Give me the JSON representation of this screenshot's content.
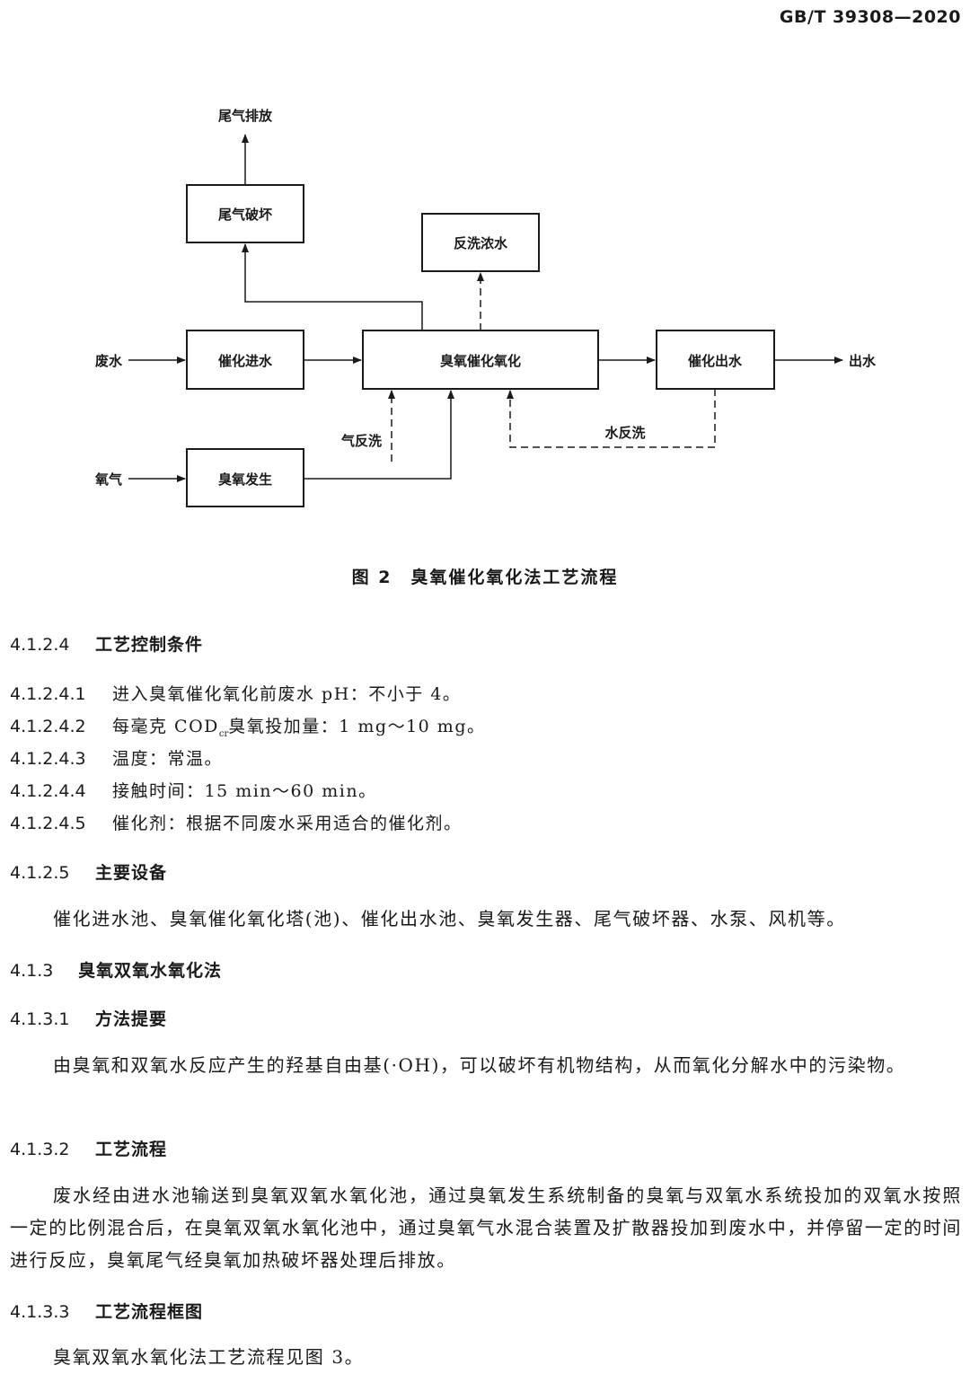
{
  "header": {
    "standard_code": "GB/T 39308—2020"
  },
  "figure": {
    "nodes": {
      "tail_gas_discharge": "尾气排放",
      "tail_gas_destruction": "尾气破坏",
      "backwash_concentrate": "反洗浓水",
      "wastewater": "废水",
      "catalytic_inlet": "催化进水",
      "ozone_catalytic_oxidation": "臭氧催化氧化",
      "catalytic_outlet": "催化出水",
      "outlet_water": "出水",
      "gas_backwash": "气反洗",
      "water_backwash": "水反洗",
      "oxygen": "氧气",
      "ozone_generation": "臭氧发生"
    },
    "caption": "图 2　臭氧催化氧化法工艺流程"
  },
  "sections": {
    "s41224": {
      "num": "4.1.2.4",
      "title": "工艺控制条件"
    },
    "items": [
      {
        "num": "4.1.2.4.1",
        "text": "进入臭氧催化氧化前废水 pH：不小于 4。"
      },
      {
        "num": "4.1.2.4.2",
        "text_before": "每毫克 COD",
        "sub": "cr",
        "text_after": "臭氧投加量：1 mg～10 mg。"
      },
      {
        "num": "4.1.2.4.3",
        "text": "温度：常温。"
      },
      {
        "num": "4.1.2.4.4",
        "text": "接触时间：15 min～60 min。"
      },
      {
        "num": "4.1.2.4.5",
        "text": "催化剂：根据不同废水采用适合的催化剂。"
      }
    ],
    "s41225": {
      "num": "4.1.2.5",
      "title": "主要设备",
      "body": "催化进水池、臭氧催化氧化塔(池)、催化出水池、臭氧发生器、尾气破坏器、水泵、风机等。"
    },
    "s413": {
      "num": "4.1.3",
      "title": "臭氧双氧水氧化法"
    },
    "s4131": {
      "num": "4.1.3.1",
      "title": "方法提要",
      "body": "由臭氧和双氧水反应产生的羟基自由基(·OH)，可以破坏有机物结构，从而氧化分解水中的污染物。"
    },
    "s4132": {
      "num": "4.1.3.2",
      "title": "工艺流程",
      "body": "废水经由进水池输送到臭氧双氧水氧化池，通过臭氧发生系统制备的臭氧与双氧水系统投加的双氧水按照一定的比例混合后，在臭氧双氧水氧化池中，通过臭氧气水混合装置及扩散器投加到废水中，并停留一定的时间进行反应，臭氧尾气经臭氧加热破坏器处理后排放。"
    },
    "s4133": {
      "num": "4.1.3.3",
      "title": "工艺流程框图",
      "body": "臭氧双氧水氧化法工艺流程见图 3。"
    }
  }
}
